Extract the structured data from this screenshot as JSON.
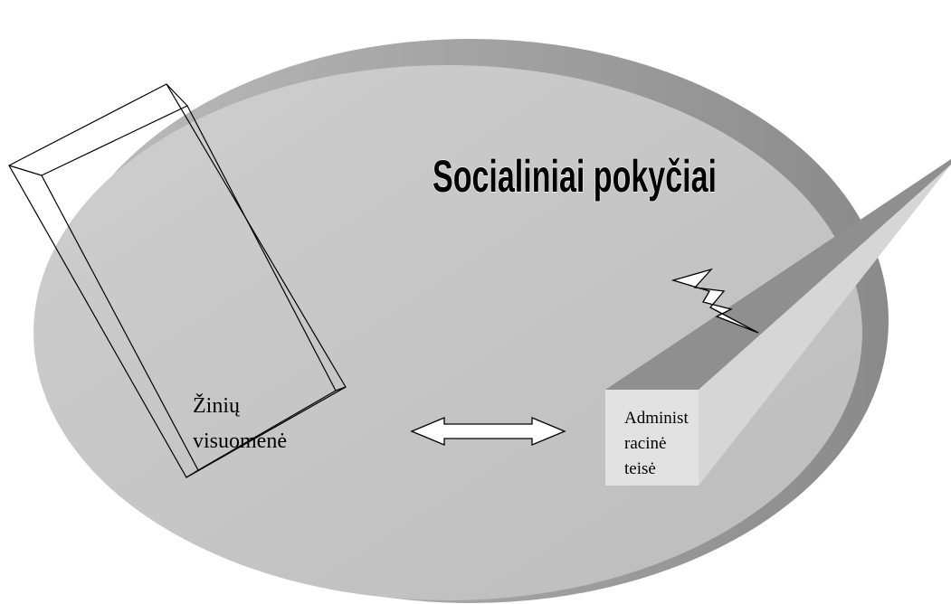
{
  "diagram": {
    "title": "Socialiniai pokyčiai",
    "left_label": {
      "line1": "Žinių",
      "line2": "visuomenė"
    },
    "right_label": {
      "line1": "Administ",
      "line2": "racinė",
      "line3": "teisė"
    }
  },
  "colors": {
    "ellipse_top": "#c3c3c3",
    "ellipse_edge": "#9e9e9e",
    "beam_top": "#8e8e8e",
    "beam_side": "#d7d7d7",
    "beam_front": "#e3e3e3",
    "outline": "#000000"
  }
}
